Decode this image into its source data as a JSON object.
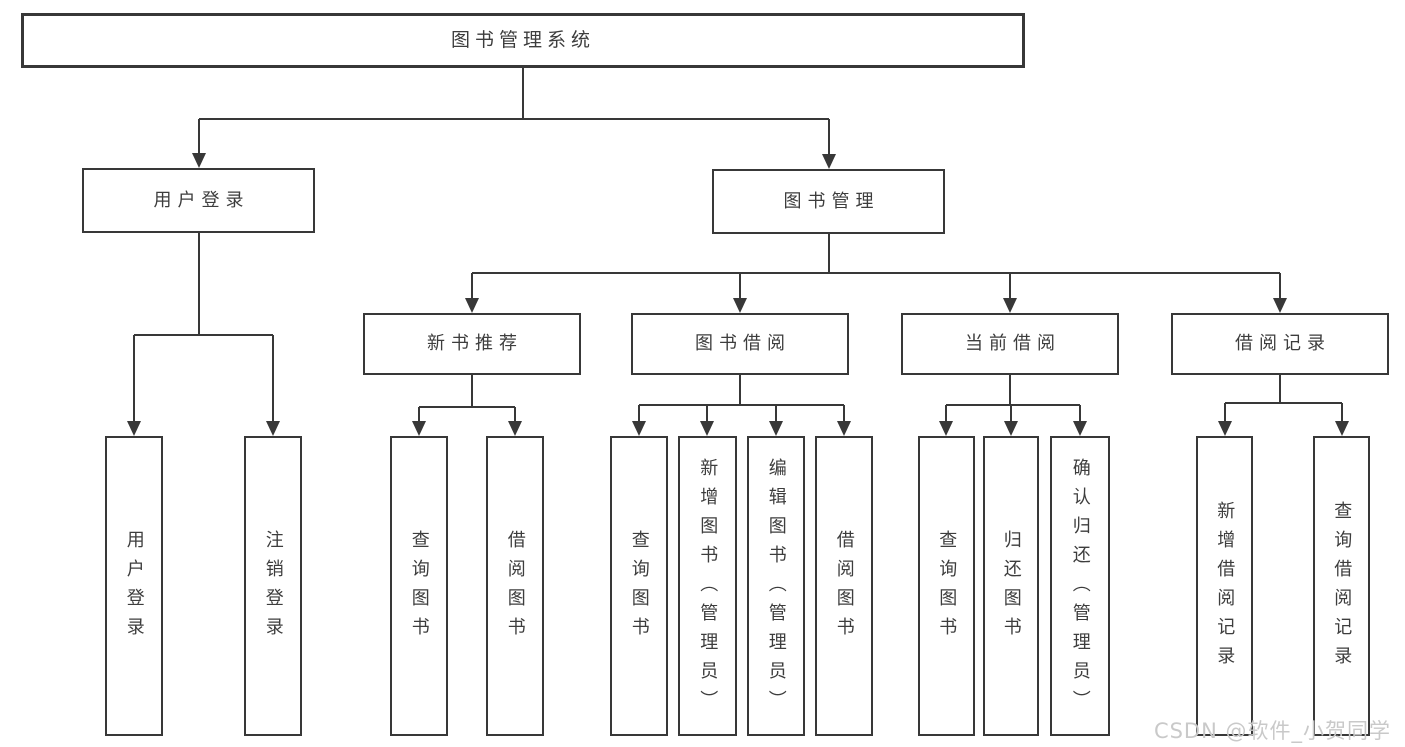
{
  "diagram": {
    "root": {
      "label": "图书管理系统"
    },
    "user": {
      "label": "用户登录",
      "children": [
        {
          "label": "用户登录"
        },
        {
          "label": "注销登录"
        }
      ]
    },
    "management": {
      "label": "图书管理",
      "sections": [
        {
          "label": "新书推荐",
          "children": [
            {
              "label": "查询图书"
            },
            {
              "label": "借阅图书"
            }
          ]
        },
        {
          "label": "图书借阅",
          "children": [
            {
              "label": "查询图书"
            },
            {
              "label": "新增图书（管理员）"
            },
            {
              "label": "编辑图书（管理员）"
            },
            {
              "label": "借阅图书"
            }
          ]
        },
        {
          "label": "当前借阅",
          "children": [
            {
              "label": "查询图书"
            },
            {
              "label": "归还图书"
            },
            {
              "label": "确认归还（管理员）"
            }
          ]
        },
        {
          "label": "借阅记录",
          "children": [
            {
              "label": "新增借阅记录"
            },
            {
              "label": "查询借阅记录"
            }
          ]
        }
      ]
    }
  },
  "watermark": {
    "text": "CSDN @软件_小贺同学"
  },
  "colors": {
    "line": "#383838",
    "box_border": "#383838",
    "text": "#3d3d3d",
    "watermark": "#c9c9c9",
    "background": "#ffffff"
  }
}
